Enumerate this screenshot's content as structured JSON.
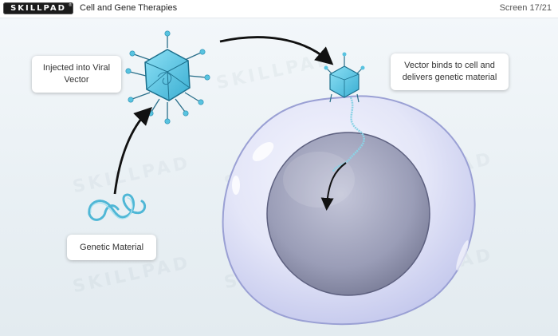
{
  "header": {
    "logo_text": "SKILLPAD",
    "logo_mark": "®",
    "course_title": "Cell and Gene Therapies",
    "screen_counter": "Screen 17/21"
  },
  "labels": {
    "injected": "Injected into Viral Vector",
    "vector_binds": "Vector binds to cell and delivers genetic material",
    "genetic_material": "Genetic Material"
  },
  "watermark": "SKILLPAD",
  "colors": {
    "virus_fill": "#5cc6e4",
    "virus_stroke": "#1c6f8c",
    "cell_membrane": "#d6daf2",
    "nucleus": "#8a8eaa",
    "arrow": "#111111",
    "dna": "#59c3e0"
  },
  "icons": {
    "virus": "viral-vector-icon",
    "dna": "dna-strand-icon",
    "cell": "cell-icon"
  }
}
